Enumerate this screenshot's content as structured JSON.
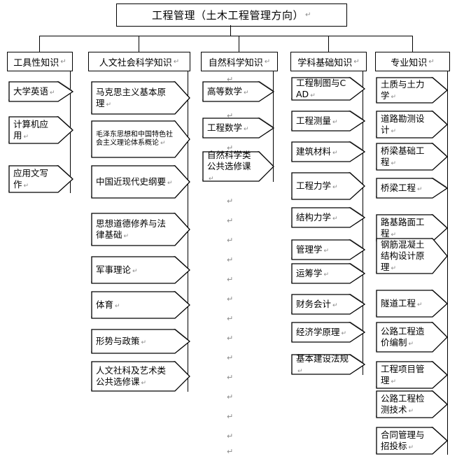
{
  "diagram": {
    "title": "工程管理（土木工程管理方向）",
    "pilcrow": "↵",
    "columns": [
      {
        "header": "工具性知识",
        "items": [
          {
            "text": "大学英语"
          },
          {
            "text": "计算机应用"
          },
          {
            "text": "应用文写作"
          }
        ]
      },
      {
        "header": "人文社会科学知识",
        "items": [
          {
            "text": "马克思主义基本原理"
          },
          {
            "text": "毛泽东思想和中国特色社会主义理论体系概论",
            "small": true
          },
          {
            "text": "中国近现代史纲要"
          },
          {
            "text": "思想道德修养与法律基础"
          },
          {
            "text": "军事理论"
          },
          {
            "text": "体育"
          },
          {
            "text": "形势与政策"
          },
          {
            "text": "人文社科及艺术类公共选修课"
          }
        ]
      },
      {
        "header": "自然科学知识",
        "items": [
          {
            "text": "高等数学"
          },
          {
            "text": "工程数学"
          },
          {
            "text": "自然科学类公共选修课"
          }
        ]
      },
      {
        "header": "学科基础知识",
        "items": [
          {
            "text": "工程制图与CAD"
          },
          {
            "text": "工程测量"
          },
          {
            "text": "建筑材料"
          },
          {
            "text": "工程力学"
          },
          {
            "text": "结构力学"
          },
          {
            "text": "管理学"
          },
          {
            "text": "运筹学"
          },
          {
            "text": "财务会计"
          },
          {
            "text": "经济学原理"
          },
          {
            "text": "基本建设法规"
          }
        ]
      },
      {
        "header": "专业知识",
        "items": [
          {
            "text": "土质与土力学"
          },
          {
            "text": "道路勘测设计"
          },
          {
            "text": "桥梁基础工程"
          },
          {
            "text": "桥梁工程"
          },
          {
            "text": "路基路面工程"
          },
          {
            "text": "钢筋混凝土结构设计原理"
          },
          {
            "text": "隧道工程"
          },
          {
            "text": "公路工程造价编制"
          },
          {
            "text": "工程项目管理"
          },
          {
            "text": "公路工程检测技术"
          },
          {
            "text": "合同管理与招投标"
          }
        ]
      }
    ],
    "colors": {
      "line": "#000000",
      "shape_border": "#000000",
      "shape_shadow": "#808080",
      "shape_fill": "#ffffff",
      "pilcrow": "#8a8a8a"
    }
  }
}
